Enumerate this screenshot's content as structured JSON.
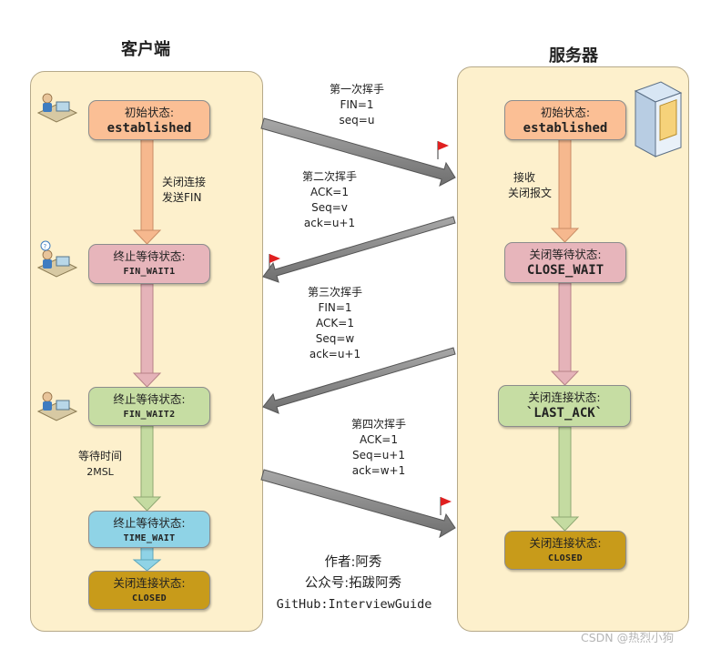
{
  "client": {
    "title": "客户端",
    "states": [
      {
        "l1": "初始状态:",
        "l2": "established"
      },
      {
        "l1": "终止等待状态:",
        "l2": "FIN_WAIT1"
      },
      {
        "l1": "终止等待状态:",
        "l2": "FIN_WAIT2"
      },
      {
        "l1": "终止等待状态:",
        "l2": "TIME_WAIT"
      },
      {
        "l1": "关闭连接状态:",
        "l2": "CLOSED"
      }
    ],
    "notes": {
      "close_line1": "关闭连接",
      "close_line2": "发送FIN",
      "wait_line1": "等待时间",
      "wait_line2": "2MSL"
    }
  },
  "server": {
    "title": "服务器",
    "states": [
      {
        "l1": "初始状态:",
        "l2": "established"
      },
      {
        "l1": "关闭等待状态:",
        "l2": "CLOSE_WAIT"
      },
      {
        "l1": "关闭连接状态:",
        "l2": "`LAST_ACK`"
      },
      {
        "l1": "关闭连接状态:",
        "l2": "CLOSED"
      }
    ],
    "notes": {
      "recv_line1": "接收",
      "recv_line2": "关闭报文"
    }
  },
  "messages": [
    {
      "title": "第一次挥手",
      "lines": [
        "FIN=1",
        "seq=u"
      ]
    },
    {
      "title": "第二次挥手",
      "lines": [
        "ACK=1",
        "Seq=v",
        "ack=u+1"
      ]
    },
    {
      "title": "第三次挥手",
      "lines": [
        "FIN=1",
        "ACK=1",
        "Seq=w",
        "ack=u+1"
      ]
    },
    {
      "title": "第四次挥手",
      "lines": [
        "ACK=1",
        "Seq=u+1",
        "ack=w+1"
      ]
    }
  ],
  "credits": {
    "author": "作者:阿秀",
    "account": "公众号:拓跋阿秀",
    "github": "GitHub:InterviewGuide"
  },
  "watermark": "CSDN @热烈小狗",
  "colors": {
    "panel": "#fdf0cc",
    "established": "#fbbf95",
    "wait": "#e7b5bb",
    "fin_wait2": "#c6dda3",
    "time_wait": "#8fd3e6",
    "closed": "#c89b1a",
    "message_arrow": "#8a8a8a",
    "flag": "#e02020"
  },
  "icons": [
    "client-worker-icon",
    "server-tower-icon",
    "red-flag-icon"
  ]
}
